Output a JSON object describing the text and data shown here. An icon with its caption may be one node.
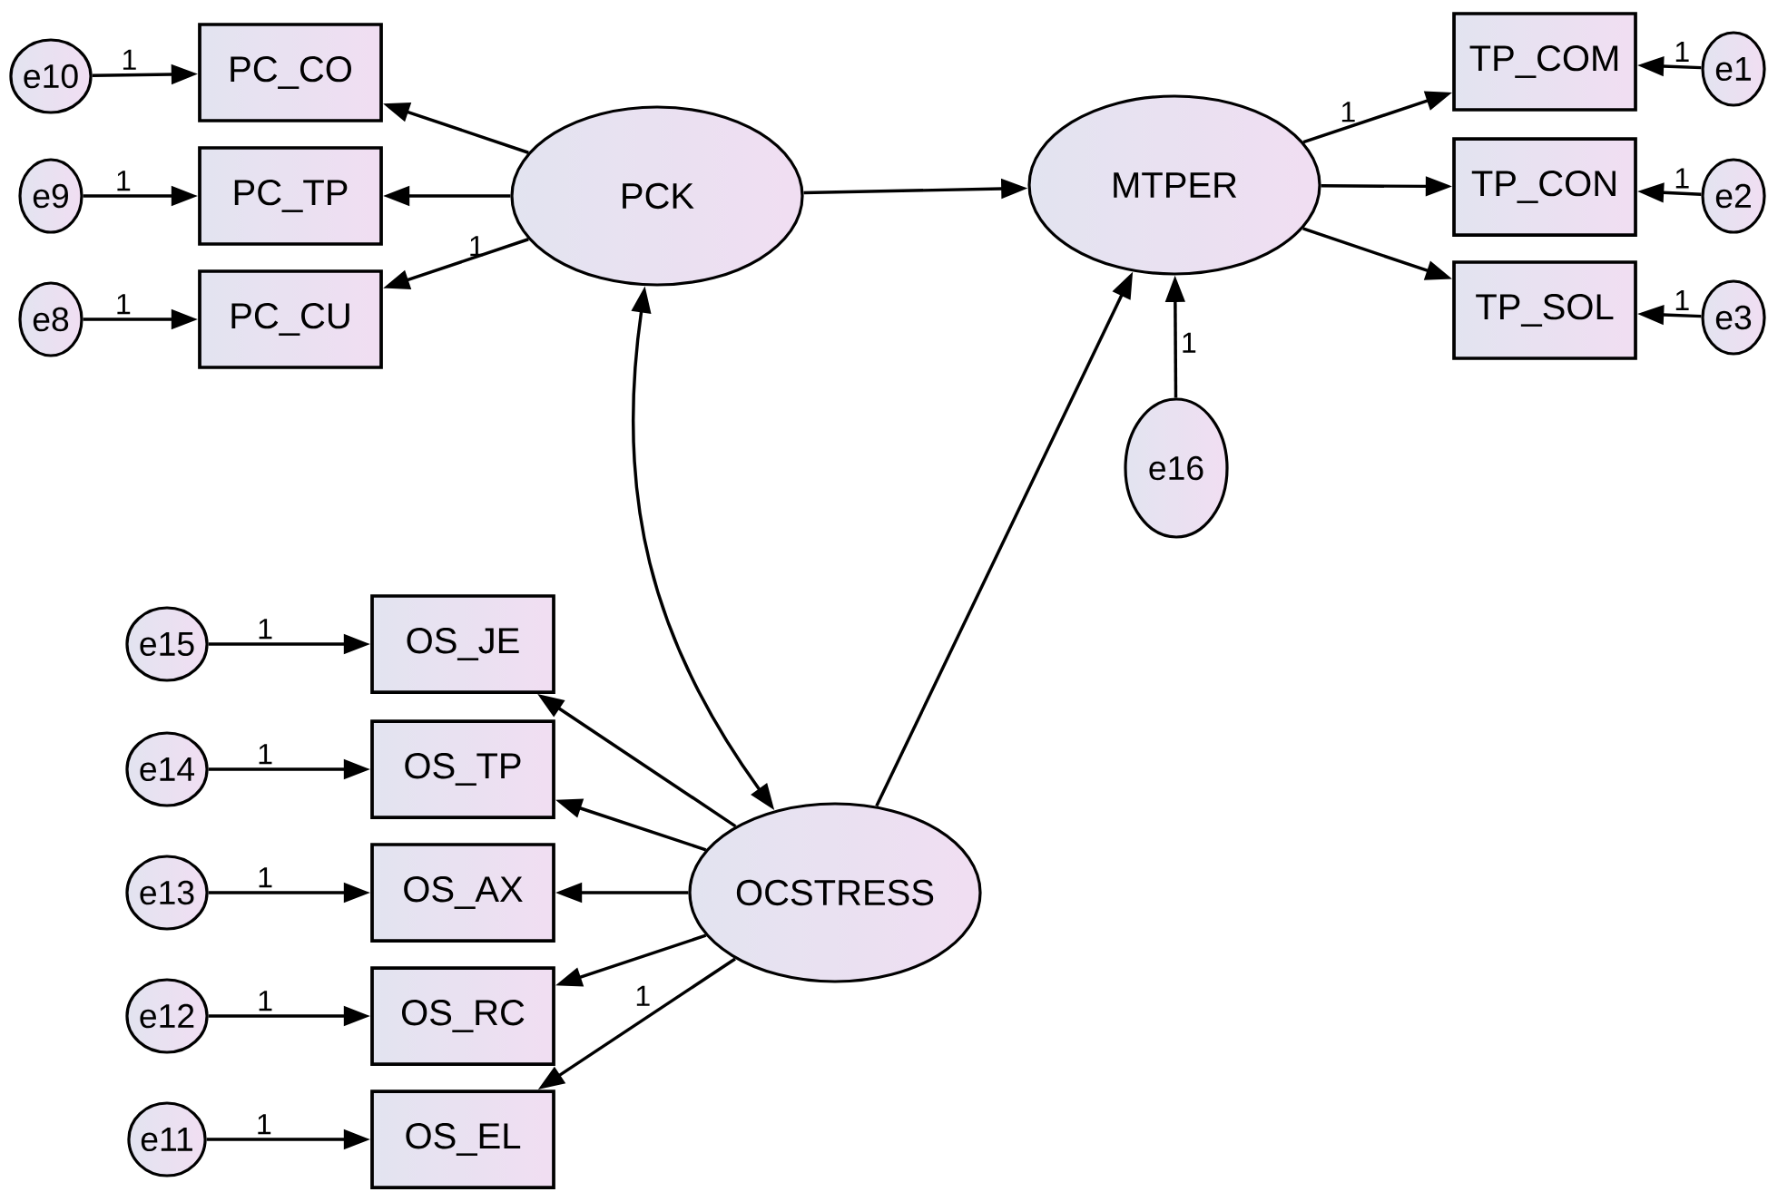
{
  "diagram": {
    "nodes": [
      {
        "text": [
          "e10"
        ]
      },
      {
        "text": [
          "PC_CO"
        ]
      },
      {
        "text": [
          "TP_COM"
        ]
      },
      {
        "text": [
          "e1"
        ]
      },
      {
        "text": [
          "e9"
        ]
      },
      {
        "text": [
          "PC_TP"
        ]
      },
      {
        "text": [
          "PCK"
        ]
      },
      {
        "text": [
          "MTPER"
        ]
      },
      {
        "text": [
          "TP_CON"
        ]
      },
      {
        "text": [
          "e2"
        ]
      },
      {
        "text": [
          "e8"
        ]
      },
      {
        "text": [
          "PC_CU"
        ]
      },
      {
        "text": [
          "TP_SOL"
        ]
      },
      {
        "text": [
          "e3"
        ]
      },
      {
        "text": [
          "e16"
        ]
      },
      {
        "text": [
          "e15"
        ]
      },
      {
        "text": [
          "OS_JE"
        ]
      },
      {
        "text": [
          "e14"
        ]
      },
      {
        "text": [
          "OS_TP"
        ]
      },
      {
        "text": [
          "e13"
        ]
      },
      {
        "text": [
          "OS_AX"
        ]
      },
      {
        "text": [
          "OCSTRESS"
        ]
      },
      {
        "text": [
          "e12"
        ]
      },
      {
        "text": [
          "OS_RC"
        ]
      },
      {
        "text": [
          "e11"
        ]
      },
      {
        "text": [
          "OS_EL"
        ]
      }
    ],
    "edges": [
      {
        "from": 0,
        "to": 1,
        "arrow": "to",
        "label": "1"
      },
      {
        "from": 4,
        "to": 5,
        "arrow": "to",
        "label": "1"
      },
      {
        "from": 10,
        "to": 11,
        "arrow": "to",
        "label": "1"
      },
      {
        "from": 6,
        "to": 1,
        "arrow": "to"
      },
      {
        "from": 6,
        "to": 5,
        "arrow": "to"
      },
      {
        "from": 6,
        "to": 11,
        "arrow": "to",
        "label": "1"
      },
      {
        "from": 6,
        "to": 7,
        "arrow": "to"
      },
      {
        "from": 7,
        "to": 2,
        "arrow": "to",
        "label": "1"
      },
      {
        "from": 7,
        "to": 8,
        "arrow": "to"
      },
      {
        "from": 7,
        "to": 12,
        "arrow": "to"
      },
      {
        "from": 3,
        "to": 2,
        "arrow": "to",
        "label": "1"
      },
      {
        "from": 9,
        "to": 8,
        "arrow": "to",
        "label": "1"
      },
      {
        "from": 13,
        "to": 12,
        "arrow": "to",
        "label": "1"
      },
      {
        "from": 14,
        "to": 7,
        "arrow": "to",
        "label": "1"
      },
      {
        "from": 21,
        "to": 7,
        "arrow": "to"
      },
      {
        "from": 6,
        "to": 21,
        "arrow": "both"
      },
      {
        "from": 15,
        "to": 16,
        "arrow": "to",
        "label": "1"
      },
      {
        "from": 17,
        "to": 18,
        "arrow": "to",
        "label": "1"
      },
      {
        "from": 19,
        "to": 20,
        "arrow": "to",
        "label": "1"
      },
      {
        "from": 22,
        "to": 23,
        "arrow": "to",
        "label": "1"
      },
      {
        "from": 24,
        "to": 25,
        "arrow": "to",
        "label": "1"
      },
      {
        "from": 21,
        "to": 16,
        "arrow": "to"
      },
      {
        "from": 21,
        "to": 18,
        "arrow": "to"
      },
      {
        "from": 21,
        "to": 20,
        "arrow": "to"
      },
      {
        "from": 21,
        "to": 23,
        "arrow": "to"
      },
      {
        "from": 21,
        "to": 25,
        "arrow": "to",
        "label": "1"
      }
    ]
  }
}
